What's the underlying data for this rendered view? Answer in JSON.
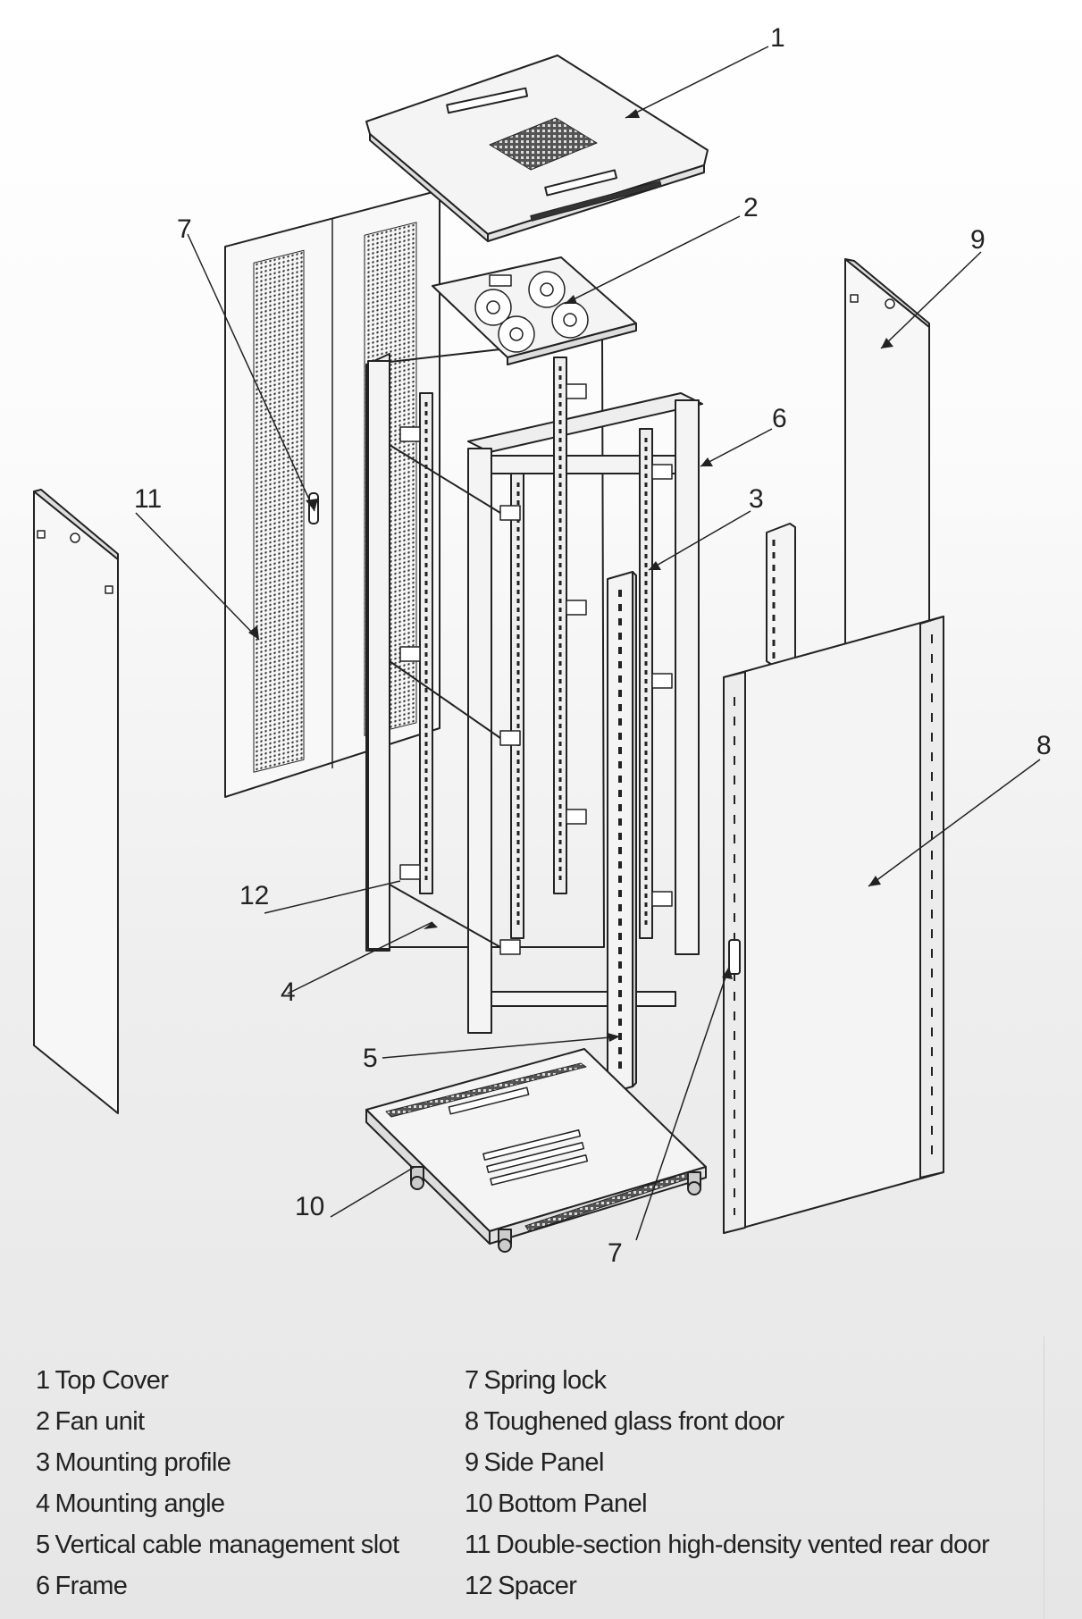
{
  "callouts": [
    {
      "num": "1"
    },
    {
      "num": "2"
    },
    {
      "num": "3"
    },
    {
      "num": "4"
    },
    {
      "num": "5"
    },
    {
      "num": "6"
    },
    {
      "num": "7"
    },
    {
      "num": "7"
    },
    {
      "num": "8"
    },
    {
      "num": "9"
    },
    {
      "num": "10"
    },
    {
      "num": "11"
    },
    {
      "num": "12"
    }
  ],
  "legend": {
    "left": [
      {
        "num": "1",
        "label": "Top Cover"
      },
      {
        "num": "2",
        "label": "Fan unit"
      },
      {
        "num": "3",
        "label": "Mounting profile"
      },
      {
        "num": "4",
        "label": "Mounting angle"
      },
      {
        "num": "5",
        "label": "Vertical cable management slot"
      },
      {
        "num": "6",
        "label": "Frame"
      }
    ],
    "right": [
      {
        "num": "7",
        "label": "Spring lock"
      },
      {
        "num": "8",
        "label": "Toughened glass front door"
      },
      {
        "num": "9",
        "label": "Side Panel"
      },
      {
        "num": "10",
        "label": "Bottom Panel"
      },
      {
        "num": "11",
        "label": "Double-section high-density vented rear door"
      },
      {
        "num": "12",
        "label": "Spacer"
      }
    ]
  }
}
